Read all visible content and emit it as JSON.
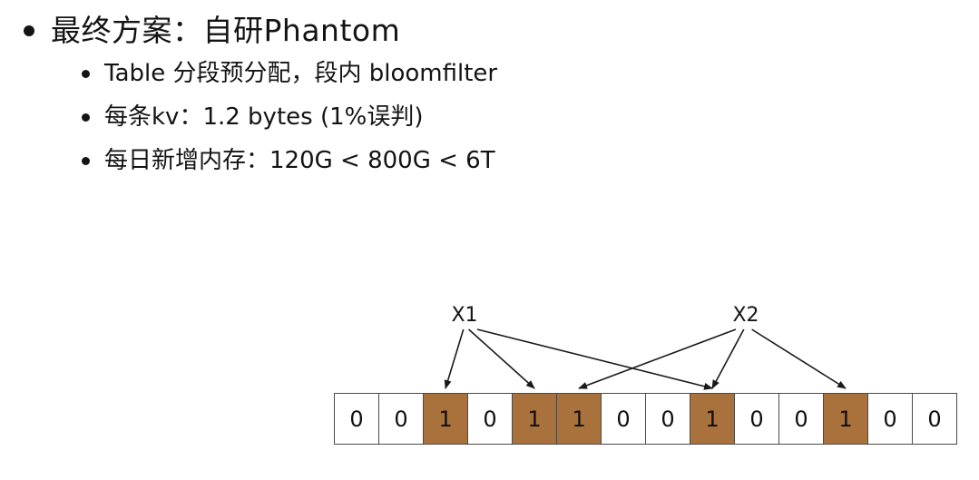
{
  "slide": {
    "title": "最终方案：自研Phantom",
    "bullets": [
      "Table 分段预分配，段内 bloomfilter",
      "每条kv：1.2 bytes (1%误判)",
      "每日新增内存：120G < 800G < 6T"
    ]
  },
  "diagram": {
    "type": "bloom-filter-bit-array",
    "keys": [
      {
        "label": "X1",
        "hash_cells": [
          2,
          4,
          8
        ]
      },
      {
        "label": "X2",
        "hash_cells": [
          5,
          8,
          11
        ]
      }
    ],
    "bits": [
      "0",
      "0",
      "1",
      "0",
      "1",
      "1",
      "0",
      "0",
      "1",
      "0",
      "0",
      "1",
      "0",
      "0"
    ],
    "set_bit_color": "#A9713C",
    "unset_bit_color": "#FFFFFF"
  }
}
